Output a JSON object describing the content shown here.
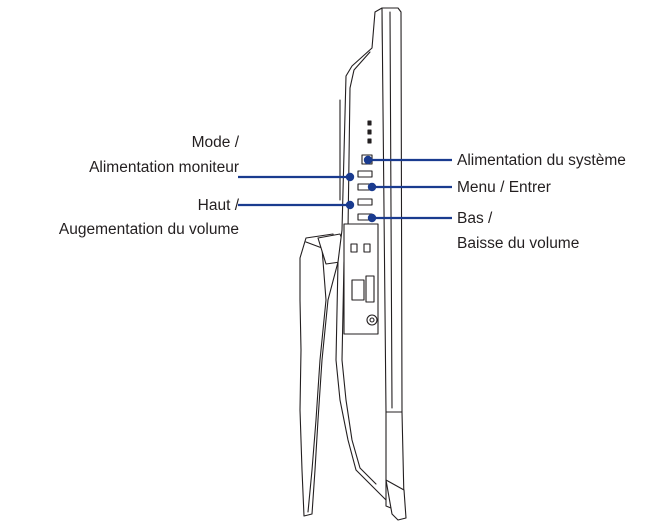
{
  "labels": {
    "mode": {
      "line1": "Mode /",
      "line2": "Alimentation moniteur"
    },
    "haut": {
      "line1": "Haut /",
      "line2": "Augementation du volume"
    },
    "system_power": "Alimentation du système",
    "menu": "Menu / Entrer",
    "bas": {
      "line1": "Bas /",
      "line2": "Baisse du volume"
    }
  },
  "colors": {
    "callout": "#1a3b8f",
    "outline": "#231f20"
  }
}
